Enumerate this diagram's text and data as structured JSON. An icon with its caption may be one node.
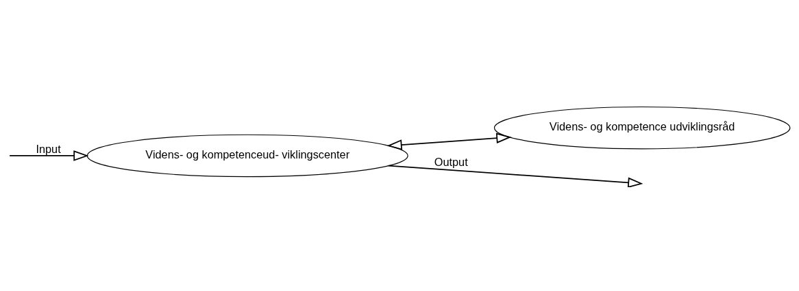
{
  "diagram": {
    "nodes": [
      {
        "text": [
          "Videns- og kompetenceud- viklingscenter"
        ]
      },
      {
        "text": [
          "Videns- og kompetence udviklingsråd"
        ]
      }
    ],
    "edges": [
      {
        "from": 0,
        "to": null,
        "arrow": "to",
        "label": "Output"
      },
      {
        "from": null,
        "to": 0,
        "arrow": "to",
        "label": "Input"
      },
      {
        "from": 0,
        "to": 1,
        "arrow": "both"
      }
    ]
  }
}
